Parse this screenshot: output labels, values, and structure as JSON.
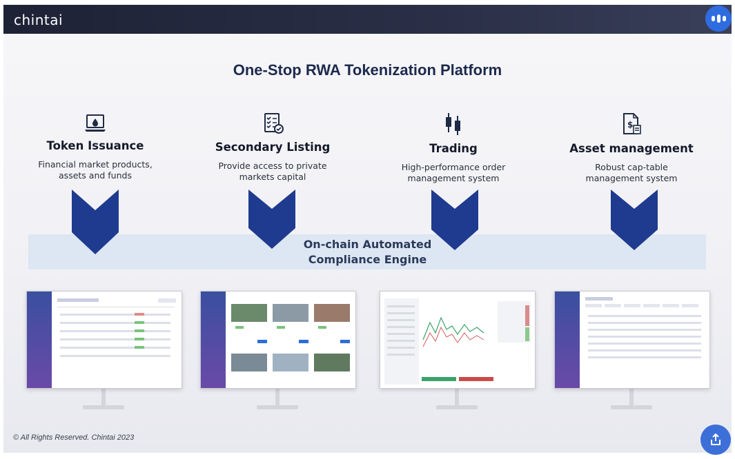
{
  "app": {
    "brand": "chintai"
  },
  "slide": {
    "title": "One-Stop RWA Tokenization Platform",
    "features": [
      {
        "icon": "laptop-icon",
        "title": "Token Issuance",
        "desc_line1": "Financial market products,",
        "desc_line2": "assets and funds"
      },
      {
        "icon": "checklist-icon",
        "title": "Secondary Listing",
        "desc_line1": "Provide access to private",
        "desc_line2": "markets capital"
      },
      {
        "icon": "candlestick-icon",
        "title": "Trading",
        "desc_line1": "High-performance order",
        "desc_line2": "management system"
      },
      {
        "icon": "dollar-document-icon",
        "title": "Asset management",
        "desc_line1": "Robust cap-table",
        "desc_line2": "management system"
      }
    ],
    "compliance_line1": "On-chain Automated",
    "compliance_line2": "Compliance Engine",
    "footer": "© All Rights Reserved. Chintai 2023"
  },
  "colors": {
    "accent": "#1f3b8f",
    "title": "#1d2a4d",
    "topbar": "#1e2236",
    "band": "#dde6f3",
    "chat_button": "#2f6ce0"
  },
  "icons": {
    "chat": "chat-bubble-icon",
    "share": "share-icon"
  }
}
